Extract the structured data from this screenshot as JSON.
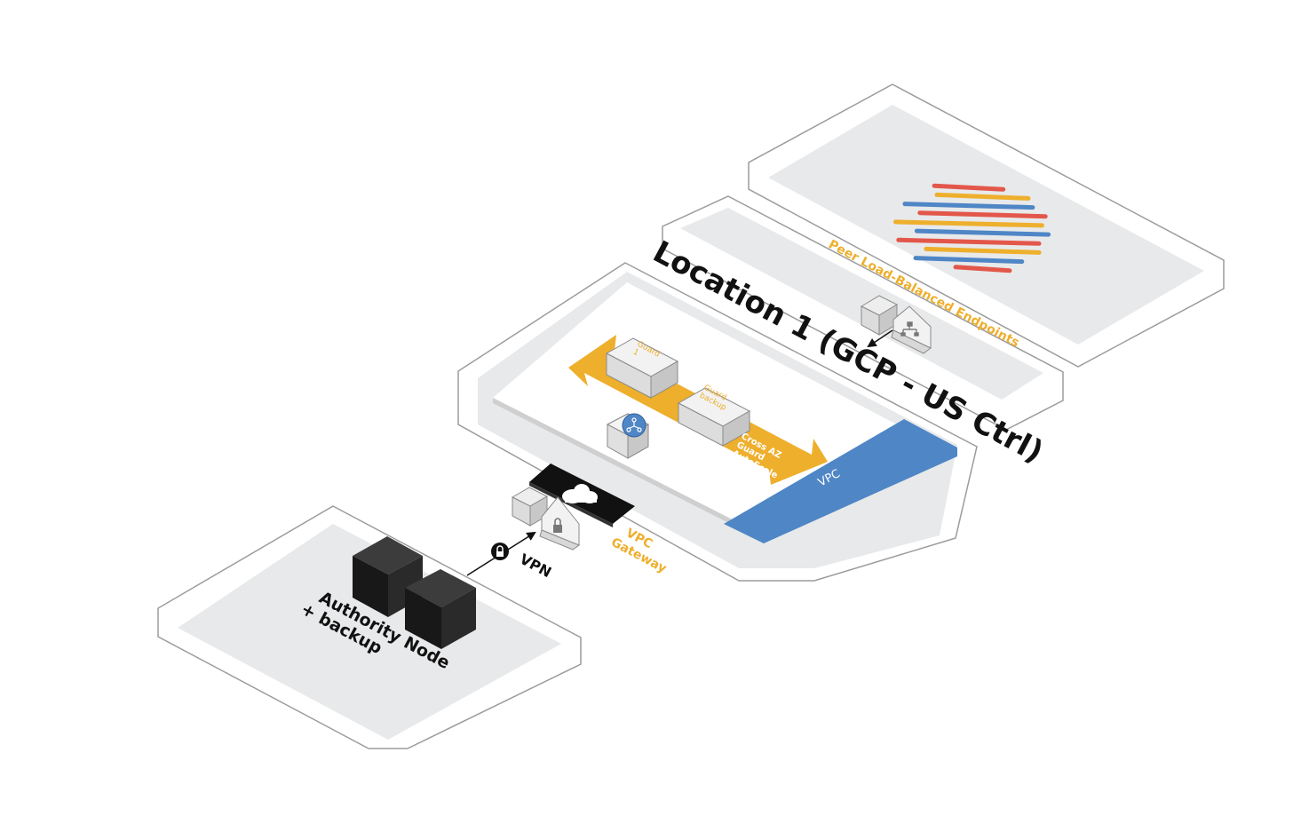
{
  "diagram": {
    "location_title": "Location 1 (GCP - US Ctrl)",
    "peer_label": "Peer Load-Balanced Endpoints",
    "vpc_label": "VPC",
    "vpc_gateway_line1": "VPC",
    "vpc_gateway_line2": "Gateway",
    "vpn_label": "VPN",
    "guard1_line1": "Guard",
    "guard1_line2": "1",
    "guard_backup_line1": "Guard",
    "guard_backup_line2": "backup",
    "autoscale_line1": "Cross AZ",
    "autoscale_line2": "Guard",
    "autoscale_line3": "AutoScale",
    "authority_line1": "Authority Node",
    "authority_line2": "+ backup"
  },
  "colors": {
    "accent_orange": "#eeaf2d",
    "vpc_blue": "#4f86c6",
    "panel_gray": "#e8e9ea",
    "dark_node": "#1e1e1e"
  },
  "globe_stripe_colors": [
    "#e3574b",
    "#eeaf2d",
    "#4f86c6",
    "#e3574b",
    "#eeaf2d",
    "#4f86c6",
    "#e3574b",
    "#eeaf2d",
    "#4f86c6",
    "#e3574b"
  ]
}
